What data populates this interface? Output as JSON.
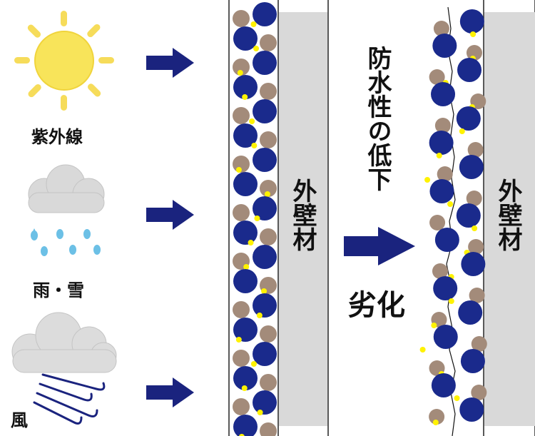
{
  "causes": [
    {
      "icon": "sun-icon",
      "label": "紫外線"
    },
    {
      "icon": "rain-cloud-icon",
      "label": "雨・雪"
    },
    {
      "icon": "wind-cloud-icon",
      "label": "風"
    }
  ],
  "wall_label_before": "外壁材",
  "wall_label_after": "外壁材",
  "waterproof_text": "防水性の低下",
  "result_label": "劣化",
  "colors": {
    "sun": "#f8e45a",
    "sun_rays": "#f6dc5a",
    "cloud": "#d9d9d9",
    "raindrop": "#6cc0e6",
    "arrow": "#1a237e",
    "particle_blue": "#1a2a8c",
    "particle_brown": "#a38b7a",
    "particle_yellow": "#fff200",
    "wall": "#d9d9d9"
  }
}
